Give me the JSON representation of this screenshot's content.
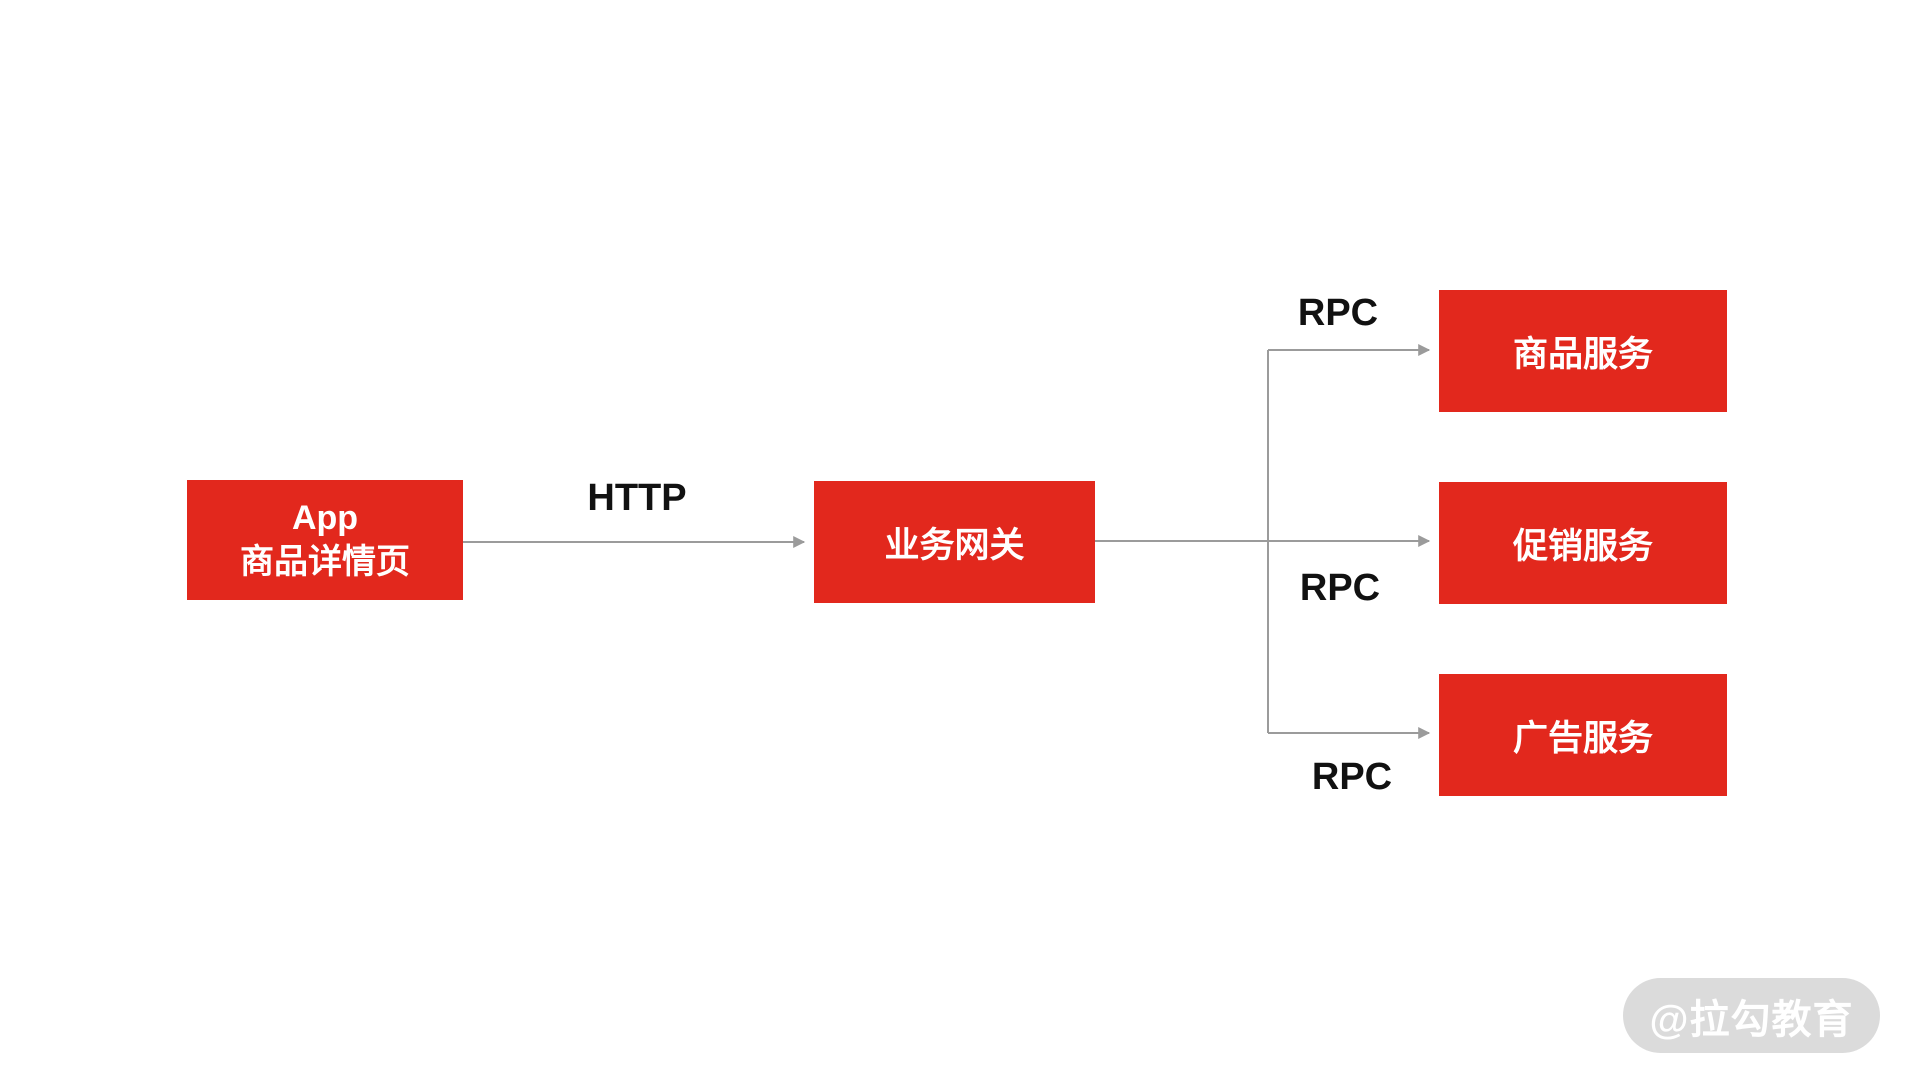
{
  "colors": {
    "node_red": "#e2281d",
    "node_text": "#ffffff",
    "connector_gray": "#9b9b9b",
    "edge_label": "#111111",
    "watermark_bg": "#dbdbdb",
    "watermark_text": "#ffffff",
    "background": "#ffffff"
  },
  "diagram": {
    "app_node": {
      "line1": "App",
      "line2": "商品详情页"
    },
    "gateway_node": {
      "label": "业务网关"
    },
    "service_nodes": [
      {
        "label": "商品服务"
      },
      {
        "label": "促销服务"
      },
      {
        "label": "广告服务"
      }
    ],
    "edge_labels": {
      "http": "HTTP",
      "rpc_top": "RPC",
      "rpc_middle": "RPC",
      "rpc_bottom": "RPC"
    }
  },
  "watermark": {
    "text": "@拉勾教育"
  }
}
